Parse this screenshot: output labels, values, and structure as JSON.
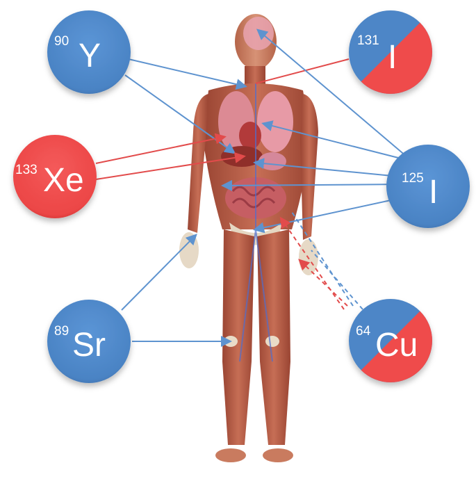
{
  "colors": {
    "blue": "#4d86c7",
    "blue_dark": "#3c6fae",
    "red": "#ef4b4b",
    "red_dark": "#d23a3a",
    "line_blue": "#5e93cf",
    "line_red": "#e24b4b",
    "skin": "#c97b5f",
    "muscle": "#a8513c"
  },
  "isotopes": [
    {
      "id": "y90",
      "mass": "90",
      "symbol": "Y",
      "fill": "blue",
      "label_inset": 0
    },
    {
      "id": "i131",
      "mass": "131",
      "symbol": "I",
      "fill": "split",
      "label_inset": 0
    },
    {
      "id": "xe133",
      "mass": "133",
      "symbol": "Xe",
      "fill": "red",
      "label_inset": 0
    },
    {
      "id": "i125",
      "mass": "125",
      "symbol": "I",
      "fill": "blue",
      "label_inset": 0
    },
    {
      "id": "sr89",
      "mass": "89",
      "symbol": "Sr",
      "fill": "blue",
      "label_inset": 0
    },
    {
      "id": "cu64",
      "mass": "64",
      "symbol": "Cu",
      "fill": "split",
      "label_inset": 0
    }
  ],
  "targets": {
    "y90": [
      "liver-target",
      "thyroid-target"
    ],
    "i131": [
      "thyroid-target"
    ],
    "xe133": [
      "lungs-target",
      "liver-target"
    ],
    "i125": [
      "brain-target",
      "prostate-target",
      "lung-target-right",
      "kidney-target",
      "intestine-target",
      "pelvis-target"
    ],
    "sr89": [
      "wrist-bone-target",
      "knee-bone-target"
    ],
    "cu64": [
      "hand-target",
      "hip-target"
    ]
  }
}
